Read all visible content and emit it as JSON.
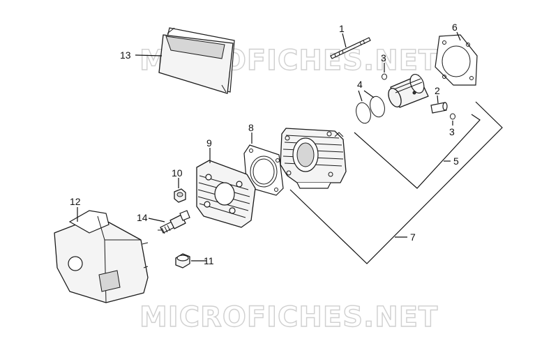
{
  "watermark": {
    "top": "MICROFICHES.NET",
    "bottom": "MICROFICHES.NET"
  },
  "callouts": {
    "c1": "1",
    "c2": "2",
    "c3a": "3",
    "c3b": "3",
    "c4": "4",
    "c5": "5",
    "c6": "6",
    "c7": "7",
    "c8": "8",
    "c9": "9",
    "c10": "10",
    "c11": "11",
    "c12": "12",
    "c13": "13",
    "c14": "14"
  },
  "colors": {
    "line": "#1a1a1a",
    "watermark": "#cfcfcf",
    "background": "#ffffff"
  }
}
